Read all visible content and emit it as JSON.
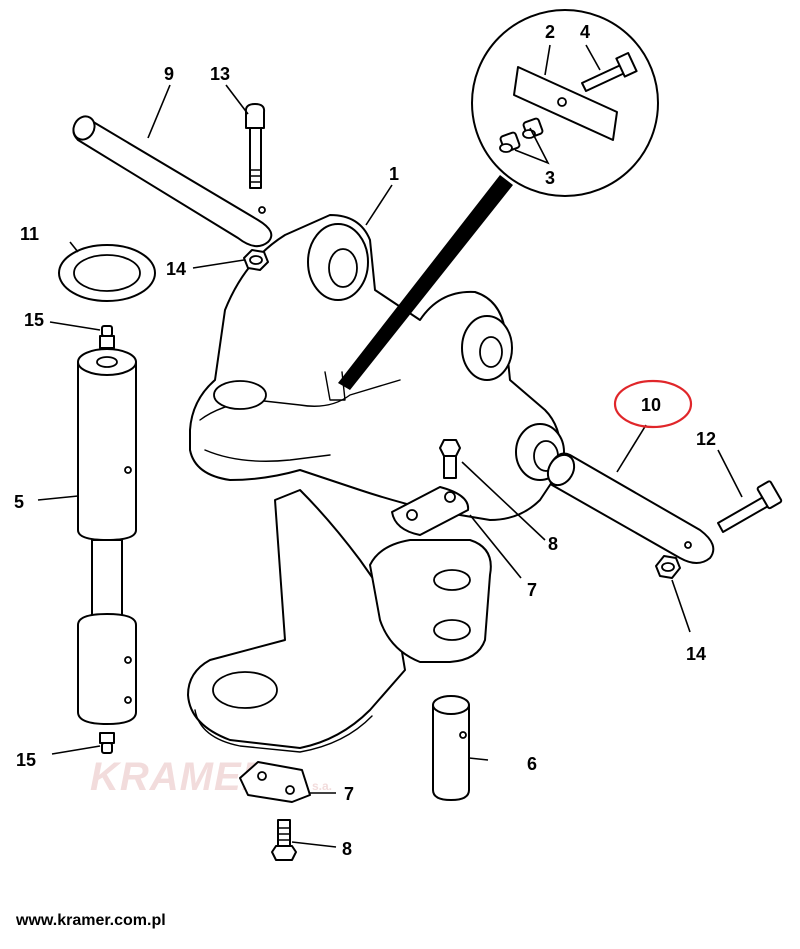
{
  "watermark": {
    "brand": "KRAMER",
    "suffix": "s.a."
  },
  "footer": {
    "url": "www.kramer.com.pl"
  },
  "highlight_color": "#e0262a",
  "callouts": {
    "c1": "1",
    "c2": "2",
    "c3": "3",
    "c4": "4",
    "c5": "5",
    "c6": "6",
    "c7a": "7",
    "c7b": "7",
    "c8a": "8",
    "c8b": "8",
    "c9": "9",
    "c10": "10",
    "c11": "11",
    "c12": "12",
    "c13": "13",
    "c14a": "14",
    "c14b": "14",
    "c15a": "15",
    "c15b": "15"
  }
}
